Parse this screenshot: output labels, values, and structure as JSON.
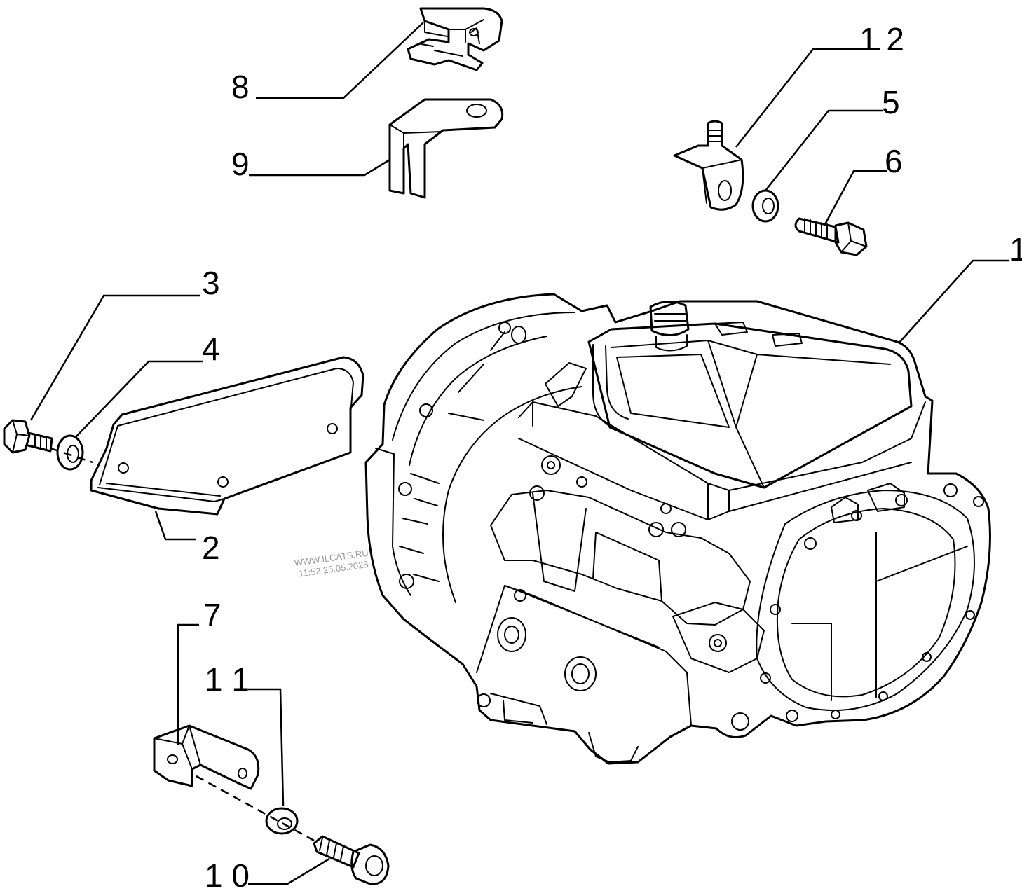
{
  "callouts": {
    "c1": "1",
    "c2": "2",
    "c3": "3",
    "c4": "4",
    "c5": "5",
    "c6": "6",
    "c7": "7",
    "c8": "8",
    "c9": "9",
    "c10": "1 0",
    "c11": "1 1",
    "c12": "1 2"
  },
  "watermark": {
    "line1": "WWW.ILCATS.RU",
    "line2": "11:52 25.05.2025"
  }
}
